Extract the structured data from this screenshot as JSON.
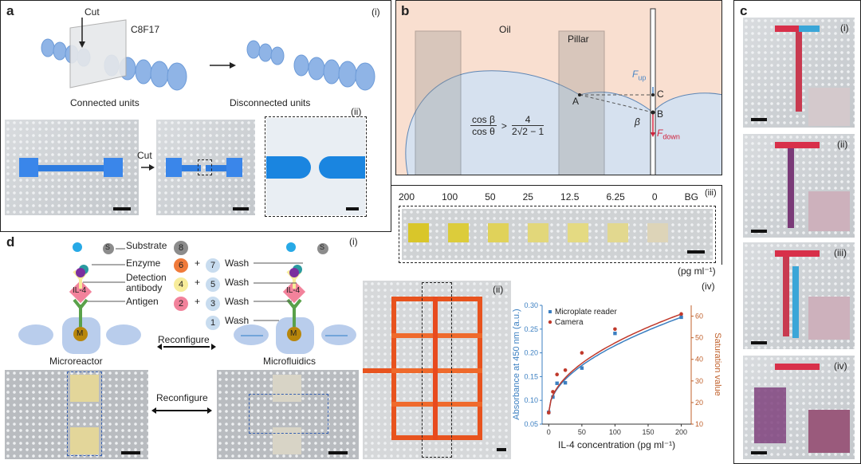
{
  "panel_a": {
    "label": "a",
    "sub_i": "(i)",
    "sub_ii": "(ii)",
    "cut": "Cut",
    "surfactant": "C8F17",
    "connected": "Connected units",
    "disconnected": "Disconnected units",
    "photo_cut": "Cut"
  },
  "panel_b": {
    "label": "b",
    "oil": "Oil",
    "pillar": "Pillar",
    "eq_num_left": "cos β",
    "eq_den_left": "cos θ",
    "eq_op": ">",
    "eq_num_right": "4",
    "eq_den_right": "2√2 − 1",
    "point_a": "A",
    "point_b": "B",
    "point_c": "C",
    "beta": "β",
    "f_up": "F",
    "f_up_sub": "up",
    "f_down": "F",
    "f_down_sub": "down",
    "colors": {
      "oil": "#f9dfd0",
      "water": "#d6e1ef",
      "f_up": "#4a86c5",
      "f_down": "#d0213b"
    }
  },
  "panel_c": {
    "label": "c",
    "subs": [
      "(i)",
      "(ii)",
      "(iii)",
      "(iv)"
    ]
  },
  "panel_iii": {
    "sub": "(iii)",
    "concentrations": [
      "200",
      "100",
      "50",
      "25",
      "12.5",
      "6.25",
      "0",
      "BG"
    ],
    "unit": "(pg ml⁻¹)"
  },
  "panel_d": {
    "label": "d",
    "sub_i": "(i)",
    "sub_ii": "(ii)",
    "sub_iv": "(iv)",
    "steps": [
      {
        "label": "Substrate",
        "a": "8",
        "b": "",
        "wash": ""
      },
      {
        "label": "Enzyme",
        "a": "6",
        "b": "7",
        "wash": "Wash"
      },
      {
        "label": "Detection antibody",
        "a": "4",
        "b": "5",
        "wash": "Wash"
      },
      {
        "label": "Antigen",
        "a": "2",
        "b": "3",
        "wash": "Wash"
      },
      {
        "label": "",
        "a": "",
        "b": "1",
        "wash": "Wash"
      }
    ],
    "plus": "+",
    "s": "S",
    "il4": "IL-4",
    "m": "M",
    "reconfigure": "Reconfigure",
    "reconfigure2": "Reconfigure",
    "microreactor": "Microreactor",
    "microfluidics": "Microfluidics",
    "step_colors": {
      "8": "#8c8c8c",
      "6": "#f07a3a",
      "4": "#f7ec9a",
      "2": "#f2829b",
      "wash": "#c8dcef"
    }
  },
  "chart_data": {
    "type": "scatter",
    "xlabel": "IL-4 concentration (pg ml⁻¹)",
    "ylabel": "Absorbance at 450 nm (a.u.)",
    "y2label": "Saturation value",
    "xlim": [
      -10,
      215
    ],
    "ylim": [
      0.05,
      0.3
    ],
    "y2lim": [
      10,
      65
    ],
    "xticks": [
      "0",
      "50",
      "100",
      "150",
      "200"
    ],
    "yticks": [
      "0.05",
      "0.10",
      "0.15",
      "0.20",
      "0.25",
      "0.30"
    ],
    "y2ticks": [
      "10",
      "20",
      "30",
      "40",
      "50",
      "60"
    ],
    "legend": "top-left",
    "series": [
      {
        "name": "Microplate reader",
        "axis": "left",
        "color": "#3b7fc1",
        "x": [
          0,
          6.25,
          12.5,
          25,
          50,
          100,
          200
        ],
        "y": [
          0.075,
          0.107,
          0.136,
          0.137,
          0.168,
          0.241,
          0.275
        ]
      },
      {
        "name": "Camera",
        "axis": "right",
        "color": "#c0392b",
        "x": [
          0,
          6.25,
          12.5,
          25,
          50,
          100,
          200
        ],
        "y": [
          15.3,
          25,
          33,
          35,
          43,
          54,
          61
        ]
      }
    ]
  }
}
